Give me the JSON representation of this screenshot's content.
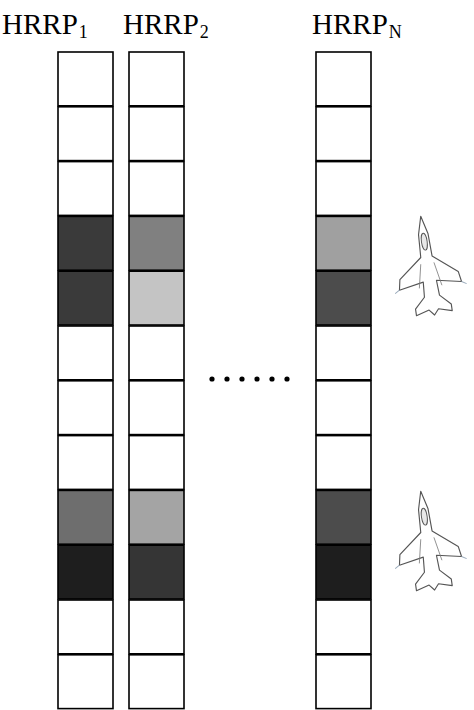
{
  "diagram": {
    "labels": [
      "HRRP",
      "1",
      "HRRP",
      "2",
      "HRRP",
      "N"
    ]
  }
}
